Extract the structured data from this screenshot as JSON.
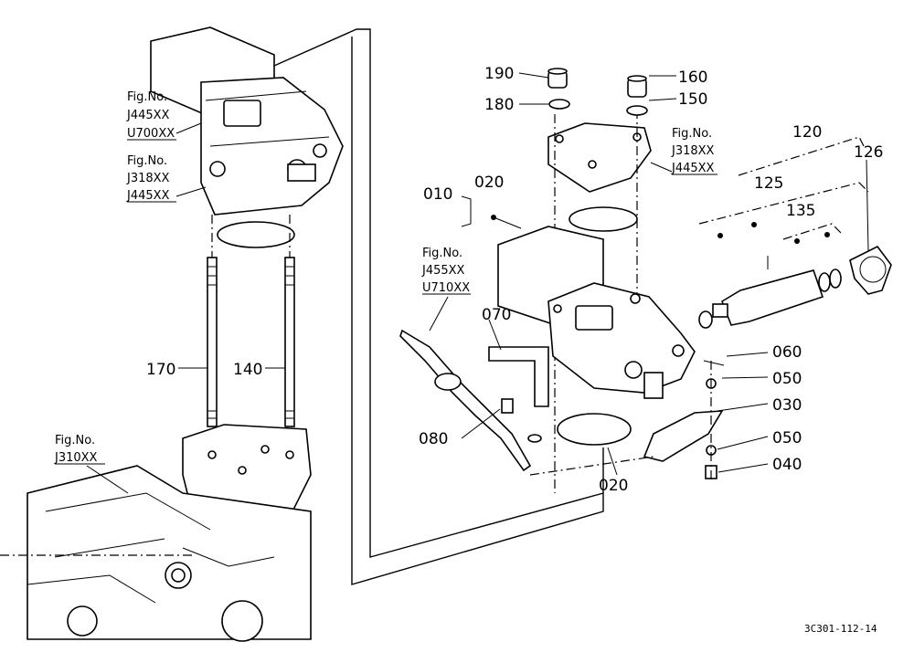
{
  "parts": {
    "p010": "010",
    "p020a": "020",
    "p020b": "020",
    "p030": "030",
    "p040": "040",
    "p050a": "050",
    "p050b": "050",
    "p060": "060",
    "p070": "070",
    "p080": "080",
    "p120": "120",
    "p125": "125",
    "p126": "126",
    "p135": "135",
    "p140": "140",
    "p150": "150",
    "p160": "160",
    "p170": "170",
    "p180": "180",
    "p190": "190"
  },
  "figrefs": {
    "a": {
      "label": "Fig.No.",
      "l1": "J445XX",
      "l2": "U700XX"
    },
    "b": {
      "label": "Fig.No.",
      "l1": "J318XX",
      "l2": "J445XX"
    },
    "c": {
      "label": "Fig.No.",
      "l1": "J318XX",
      "l2": "J445XX"
    },
    "d": {
      "label": "Fig.No.",
      "l1": "J455XX",
      "l2": "U710XX"
    },
    "e": {
      "label": "Fig.No.",
      "l1": "J310XX"
    }
  },
  "drawing_code": "3C301-112-14"
}
